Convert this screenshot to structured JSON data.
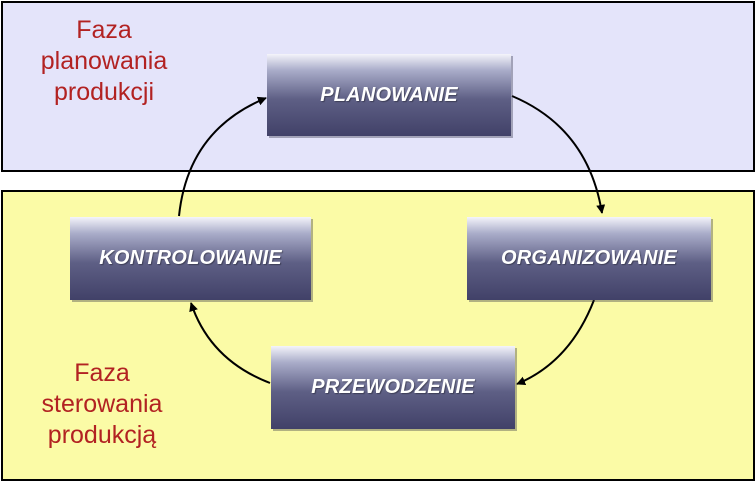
{
  "phases": {
    "planning": {
      "label_lines": [
        "Faza",
        "planowania",
        "produkcji"
      ],
      "background": "#e4e4fa",
      "text_color": "#b22222"
    },
    "control": {
      "label_lines": [
        "Faza",
        "sterowania",
        "produkcją"
      ],
      "background": "#fbfba6",
      "text_color": "#b22222"
    }
  },
  "cycle": {
    "steps": {
      "planowanie": "PLANOWANIE",
      "organizowanie": "ORGANIZOWANIE",
      "przewodzenie": "PRZEWODZENIE",
      "kontrolowanie": "KONTROLOWANIE"
    },
    "direction": "clockwise",
    "box_color": "#5e5f85",
    "arrow_color": "#000000"
  }
}
